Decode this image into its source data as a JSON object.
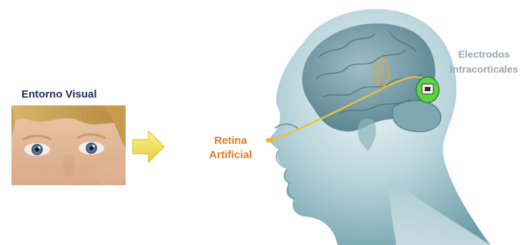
{
  "labels": {
    "visual_environment": "Entorno Visual",
    "retina_line1": "Retina",
    "retina_line2": "Artificial",
    "electrodes_line1": "Electrodos",
    "electrodes_line2": "Intracorticales"
  },
  "colors": {
    "visual_environment_text": "#1f2a5e",
    "retina_text": "#e07b2a",
    "electrodes_text": "#9aa6ad",
    "arrow": "#f3e04a",
    "head_tint": "#7fb3bf",
    "brain": "#6f97a3",
    "wire": "#e8c33a",
    "implant": "#5fd04a"
  },
  "icons": {
    "arrow": "right-arrow-icon",
    "signal": "wifi-signal-icon",
    "implant": "chip-icon"
  }
}
